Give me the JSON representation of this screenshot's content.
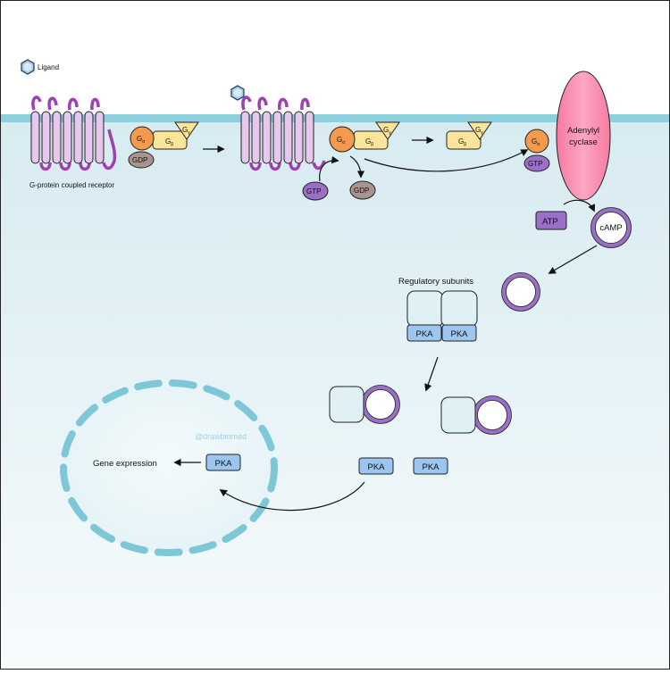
{
  "legend": {
    "ligand_label": "Ligand"
  },
  "labels": {
    "gpcr": "G-protein coupled receptor",
    "regulatory_subunits": "Regulatory subunits",
    "gene_expression": "Gene expression",
    "watermark": "@drawbiomed"
  },
  "proteins": {
    "g_alpha": "G",
    "g_alpha_sub": "α",
    "g_beta": "G",
    "g_beta_sub": "β",
    "g_gamma": "G",
    "g_gamma_sub": "γ",
    "gdp": "GDP",
    "gtp": "GTP",
    "adenylyl_line1": "Adenylyl",
    "adenylyl_line2": "cyclase",
    "atp": "ATP",
    "camp": "cAMP",
    "pka": "PKA"
  },
  "colors": {
    "membrane": "#8ecfdd",
    "cytoplasm": "#dcedf3",
    "receptor": "#9f3fb6",
    "g_alpha": "#f39a4e",
    "g_beta": "#fbe59a",
    "gtp_gdp_purple": "#9b6fc7",
    "gdp_brown": "#a9948f",
    "adenylyl": "#f77fa7",
    "pka": "#9cc5ef",
    "regulatory": "#dff1f4",
    "nucleus": "#7ec7d7"
  }
}
